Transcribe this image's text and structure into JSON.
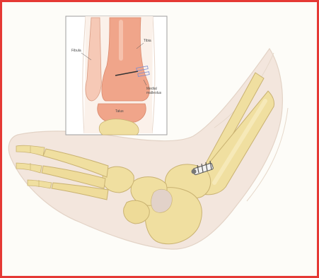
{
  "diagram": {
    "labels": {
      "fibula": "Fibula",
      "tibia": "Tibia",
      "talus": "Talus",
      "medial_malleolus": "Medial\nmalleolus"
    },
    "colors": {
      "frame_border": "#e53935",
      "bone": "#f0dfa0",
      "bone_outline": "#c9b271",
      "bone_highlight": "#f6e9b8",
      "soft_tissue": "#f3e6dd",
      "inset_tibia": "#f0a58a",
      "inset_bone": "#f6c9b6",
      "screw": "#7b8ccf",
      "hardware": "#555555"
    }
  }
}
